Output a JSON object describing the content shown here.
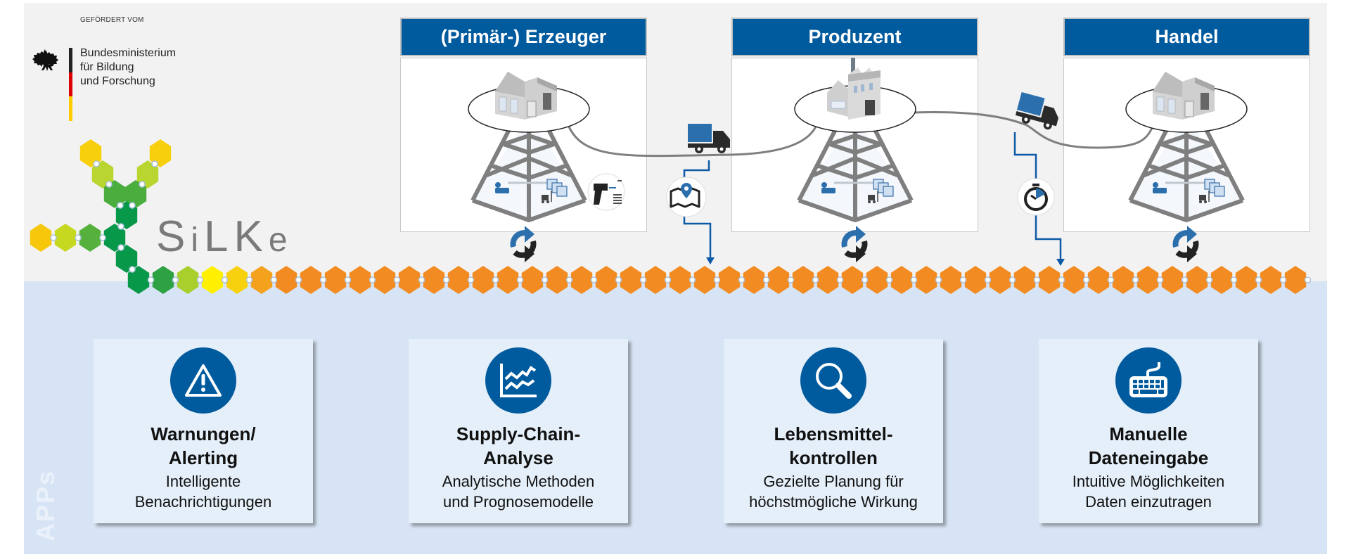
{
  "funding": {
    "label": "GEFÖRDERT VOM",
    "ministry_lines": [
      "Bundesministerium",
      "für Bildung",
      "und Forschung"
    ],
    "flag_colors": [
      "#222222",
      "#dd0000",
      "#ffcc00"
    ]
  },
  "logo": {
    "name": "SiLKe",
    "letters": [
      "S",
      "i",
      "L",
      "K",
      "e"
    ]
  },
  "colors": {
    "brand_blue": "#005a9e",
    "icon_blue": "#2b6fad",
    "chain_orange": "#f28c22",
    "apps_bg": "#d6e4f5",
    "canvas_bg": "#f2f2f2"
  },
  "stations": [
    {
      "title": "(Primär-) Erzeuger",
      "building": "warehouse",
      "extra_icon": "barcode-scanner-icon"
    },
    {
      "title": "Produzent",
      "building": "factory",
      "extra_icon": null
    },
    {
      "title": "Handel",
      "building": "warehouse",
      "extra_icon": null
    }
  ],
  "transfers": [
    {
      "vehicle": "truck-icon",
      "marker": "map-pin-icon"
    },
    {
      "vehicle": "truck-icon",
      "marker": "stopwatch-icon"
    }
  ],
  "apps_label": "APPs",
  "apps": [
    {
      "title_lines": [
        "Warnungen/",
        "Alerting"
      ],
      "desc_lines": [
        "Intelligente",
        "Benachrichtigungen"
      ],
      "icon": "warning-icon"
    },
    {
      "title_lines": [
        "Supply-Chain-",
        "Analyse"
      ],
      "desc_lines": [
        "Analytische Methoden",
        "und Prognosemodelle"
      ],
      "icon": "line-chart-icon"
    },
    {
      "title_lines": [
        "Lebensmittel-",
        "kontrollen"
      ],
      "desc_lines": [
        "Gezielte Planung für",
        "höchstmögliche Wirkung"
      ],
      "icon": "magnifier-icon"
    },
    {
      "title_lines": [
        "Manuelle",
        "Dateneingabe"
      ],
      "desc_lines": [
        "Intuitive Möglichkeiten",
        "Daten einzutragen"
      ],
      "icon": "keyboard-icon"
    }
  ]
}
